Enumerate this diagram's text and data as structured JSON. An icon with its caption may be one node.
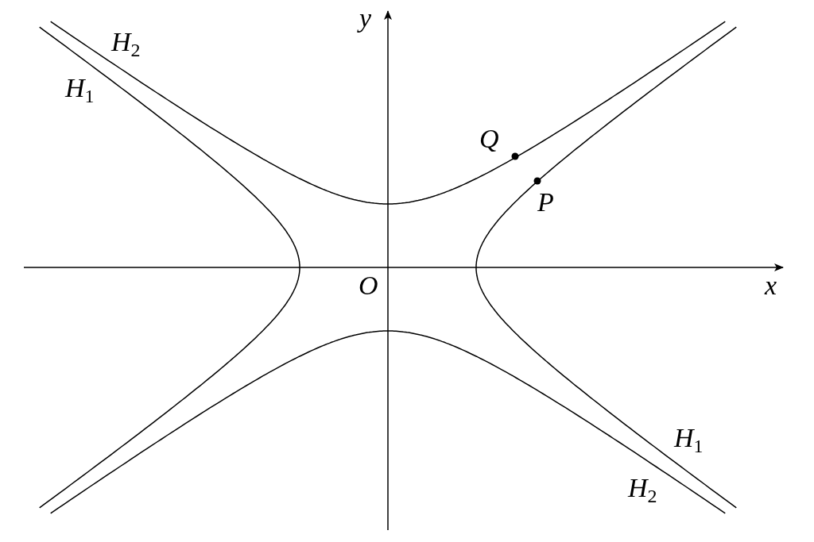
{
  "diagram": {
    "labels": [
      "y",
      "*H*$_{2}$",
      "*H*$_{1}$",
      "*Q*",
      "*P*",
      "*O*",
      "x",
      "*H*$_{1}$",
      "*H*$_{2}$"
    ]
  }
}
